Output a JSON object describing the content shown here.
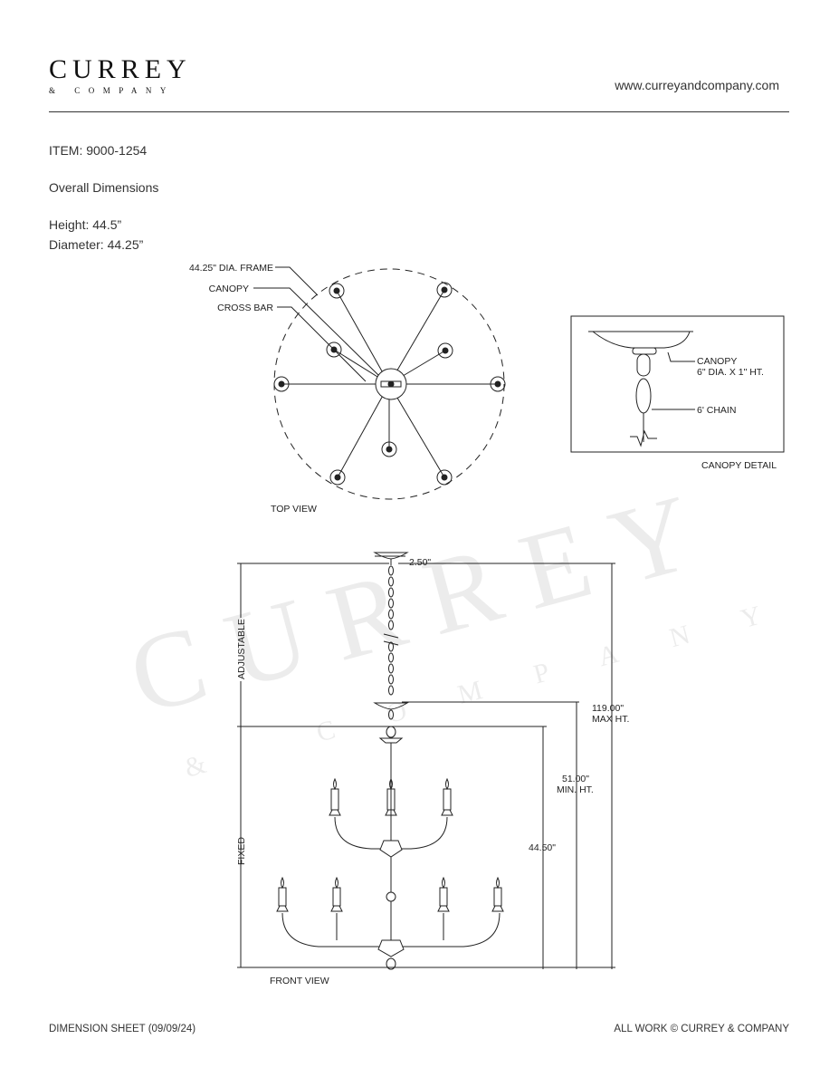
{
  "header": {
    "brand_main": "CURREY",
    "brand_sub": "& COMPANY",
    "website": "www.curreyandcompany.com"
  },
  "item": {
    "item_line": "ITEM: 9000-1254",
    "section_title": "Overall Dimensions",
    "height_line": "Height: 44.5”",
    "diameter_line": "Diameter: 44.25”"
  },
  "top_view": {
    "title": "TOP VIEW",
    "labels": {
      "frame": "44.25\" DIA. FRAME",
      "canopy": "CANOPY",
      "cross_bar": "CROSS BAR"
    }
  },
  "canopy_detail": {
    "title": "CANOPY DETAIL",
    "canopy_label_line1": "CANOPY",
    "canopy_label_line2": "6\" DIA. X 1\" HT.",
    "chain_label": "6' CHAIN"
  },
  "front_view": {
    "title": "FRONT VIEW",
    "canopy_width": "2.50\"",
    "adjustable": "ADJUSTABLE",
    "fixed": "FIXED",
    "max_height_value": "119.00\"",
    "max_height_label": "MAX HT.",
    "min_height_value": "51.00\"",
    "min_height_label": "MIN. HT.",
    "body_height": "44.50\""
  },
  "footer": {
    "left": "DIMENSION SHEET (09/09/24)",
    "right": "ALL WORK © CURREY & COMPANY"
  }
}
